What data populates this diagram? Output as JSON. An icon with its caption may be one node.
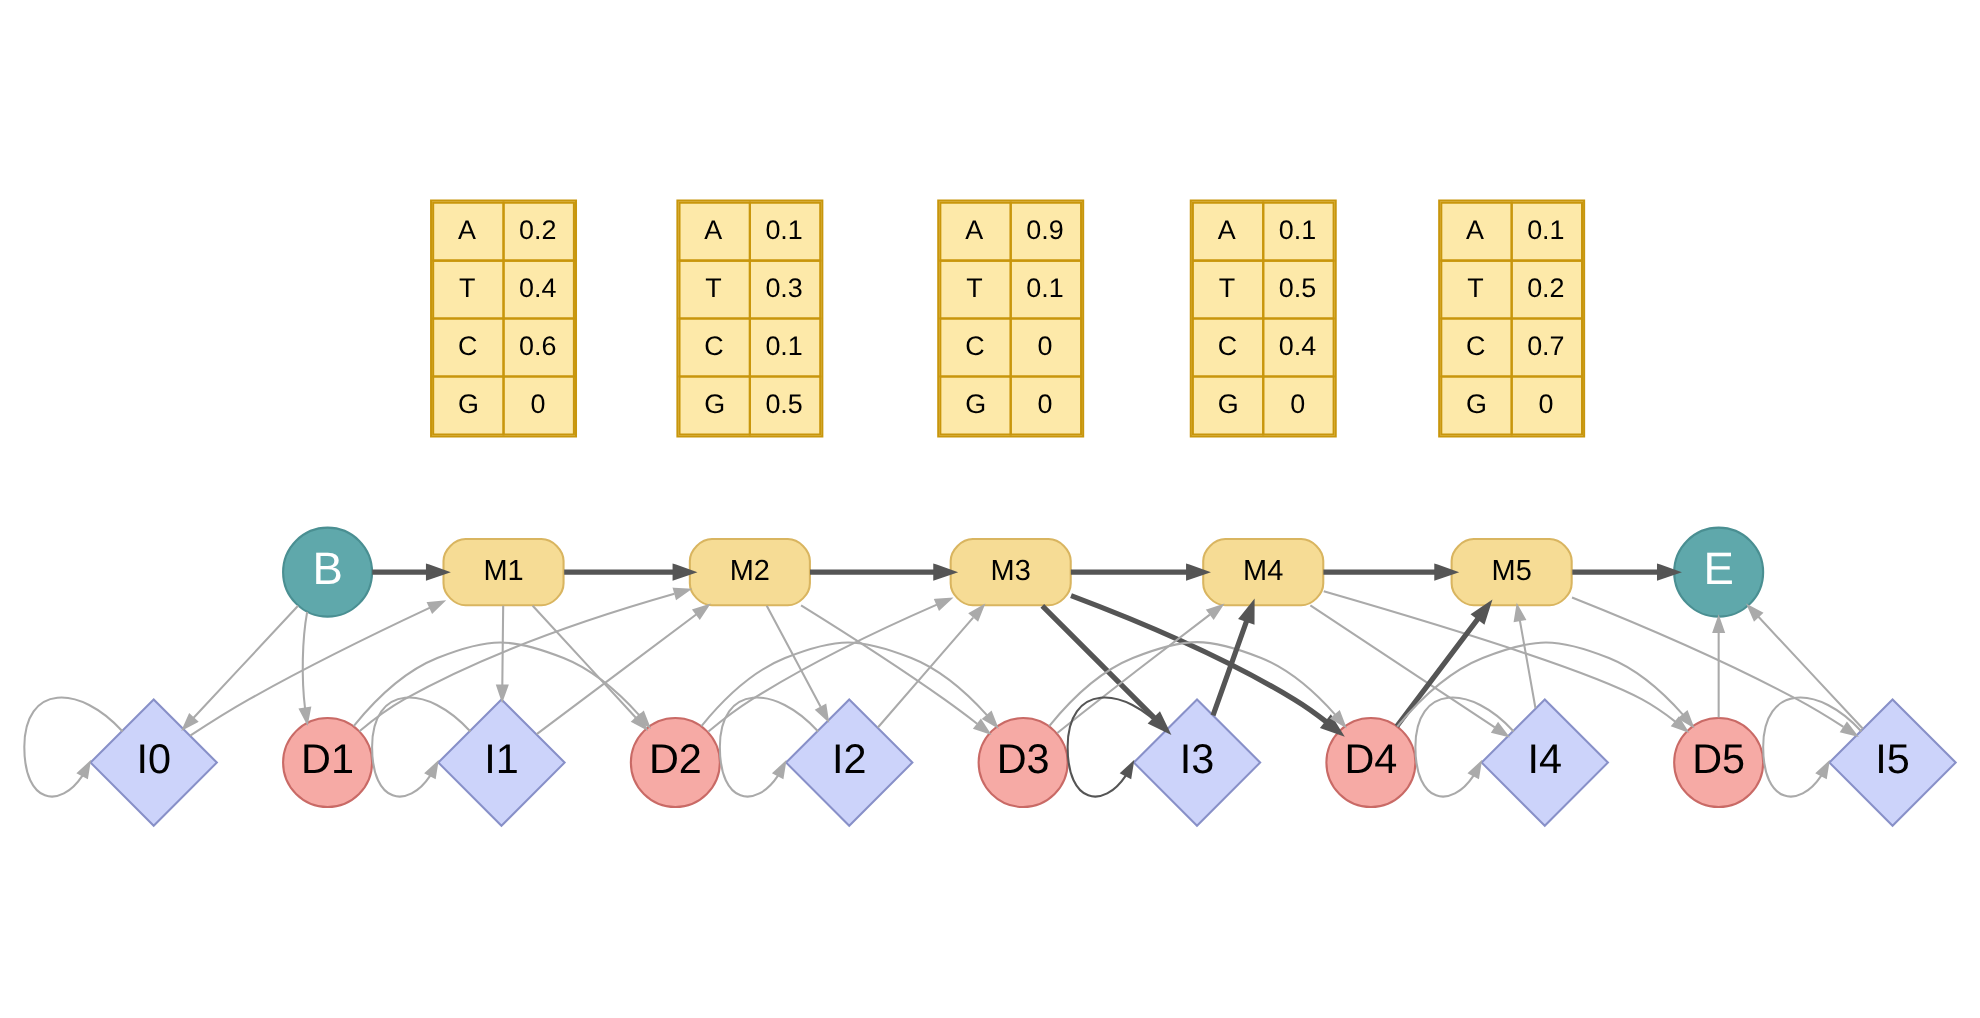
{
  "diagram": {
    "nodes": [
      {
        "text": [
          "B"
        ]
      },
      {
        "text": [
          "M1"
        ]
      },
      {
        "text": [
          "M2"
        ]
      },
      {
        "text": [
          "M3"
        ]
      },
      {
        "text": [
          "M4"
        ]
      },
      {
        "text": [
          "M5"
        ]
      },
      {
        "text": [
          "E"
        ]
      },
      {
        "text": [
          "D1"
        ]
      },
      {
        "text": [
          "D2"
        ]
      },
      {
        "text": [
          "D3"
        ]
      },
      {
        "text": [
          "D4"
        ]
      },
      {
        "text": [
          "D5"
        ]
      },
      {
        "text": [
          "I0"
        ]
      },
      {
        "text": [
          "I1"
        ]
      },
      {
        "text": [
          "I2"
        ]
      },
      {
        "text": [
          "I3"
        ]
      },
      {
        "text": [
          "I4"
        ]
      },
      {
        "text": [
          "I5"
        ]
      }
    ],
    "edges": [
      {
        "from": 0,
        "to": 1,
        "arrow": "to",
        "style": "thick",
        "color": "#555555"
      },
      {
        "from": 0,
        "to": 7,
        "arrow": "to"
      },
      {
        "from": 0,
        "to": 12,
        "arrow": "to"
      },
      {
        "from": 12,
        "to": 12,
        "arrow": "to"
      },
      {
        "from": 12,
        "to": 1,
        "arrow": "to"
      },
      {
        "from": 1,
        "to": 2,
        "arrow": "to",
        "style": "thick",
        "color": "#555555"
      },
      {
        "from": 1,
        "to": 8,
        "arrow": "to"
      },
      {
        "from": 1,
        "to": 13,
        "arrow": "to"
      },
      {
        "from": 7,
        "to": 2,
        "arrow": "to"
      },
      {
        "from": 7,
        "to": 8,
        "arrow": "to"
      },
      {
        "from": 13,
        "to": 13,
        "arrow": "to"
      },
      {
        "from": 13,
        "to": 2,
        "arrow": "to"
      },
      {
        "from": 2,
        "to": 3,
        "arrow": "to",
        "style": "thick",
        "color": "#555555"
      },
      {
        "from": 2,
        "to": 9,
        "arrow": "to"
      },
      {
        "from": 2,
        "to": 14,
        "arrow": "to"
      },
      {
        "from": 8,
        "to": 3,
        "arrow": "to"
      },
      {
        "from": 8,
        "to": 9,
        "arrow": "to"
      },
      {
        "from": 14,
        "to": 14,
        "arrow": "to"
      },
      {
        "from": 14,
        "to": 3,
        "arrow": "to"
      },
      {
        "from": 3,
        "to": 4,
        "arrow": "to",
        "style": "thick",
        "color": "#555555"
      },
      {
        "from": 3,
        "to": 10,
        "arrow": "to",
        "style": "thick",
        "color": "#555555"
      },
      {
        "from": 3,
        "to": 15,
        "arrow": "to",
        "style": "thick",
        "color": "#555555"
      },
      {
        "from": 9,
        "to": 4,
        "arrow": "to"
      },
      {
        "from": 9,
        "to": 10,
        "arrow": "to"
      },
      {
        "from": 15,
        "to": 15,
        "arrow": "to",
        "color": "#555555"
      },
      {
        "from": 15,
        "to": 4,
        "arrow": "to",
        "style": "thick",
        "color": "#555555"
      },
      {
        "from": 4,
        "to": 5,
        "arrow": "to",
        "style": "thick",
        "color": "#555555"
      },
      {
        "from": 4,
        "to": 11,
        "arrow": "to"
      },
      {
        "from": 4,
        "to": 16,
        "arrow": "to"
      },
      {
        "from": 10,
        "to": 5,
        "arrow": "to",
        "style": "thick",
        "color": "#555555"
      },
      {
        "from": 10,
        "to": 11,
        "arrow": "to"
      },
      {
        "from": 16,
        "to": 16,
        "arrow": "to"
      },
      {
        "from": 16,
        "to": 5,
        "arrow": "to"
      },
      {
        "from": 5,
        "to": 6,
        "arrow": "to",
        "style": "thick",
        "color": "#555555"
      },
      {
        "from": 5,
        "to": 17,
        "arrow": "to"
      },
      {
        "from": 11,
        "to": 6,
        "arrow": "to"
      },
      {
        "from": 17,
        "to": 17,
        "arrow": "to"
      },
      {
        "from": 17,
        "to": 6,
        "arrow": "to"
      }
    ],
    "labels": [
      "A",
      "0.2",
      "T",
      "0.4",
      "C",
      "0.6",
      "G",
      "0",
      "A",
      "0.1",
      "T",
      "0.3",
      "C",
      "0.1",
      "G",
      "0.5",
      "A",
      "0.9",
      "T",
      "0.1",
      "C",
      "0",
      "G",
      "0",
      "A",
      "0.1",
      "T",
      "0.5",
      "C",
      "0.4",
      "G",
      "0",
      "A",
      "0.1",
      "T",
      "0.2",
      "C",
      "0.7",
      "G",
      "0"
    ]
  }
}
